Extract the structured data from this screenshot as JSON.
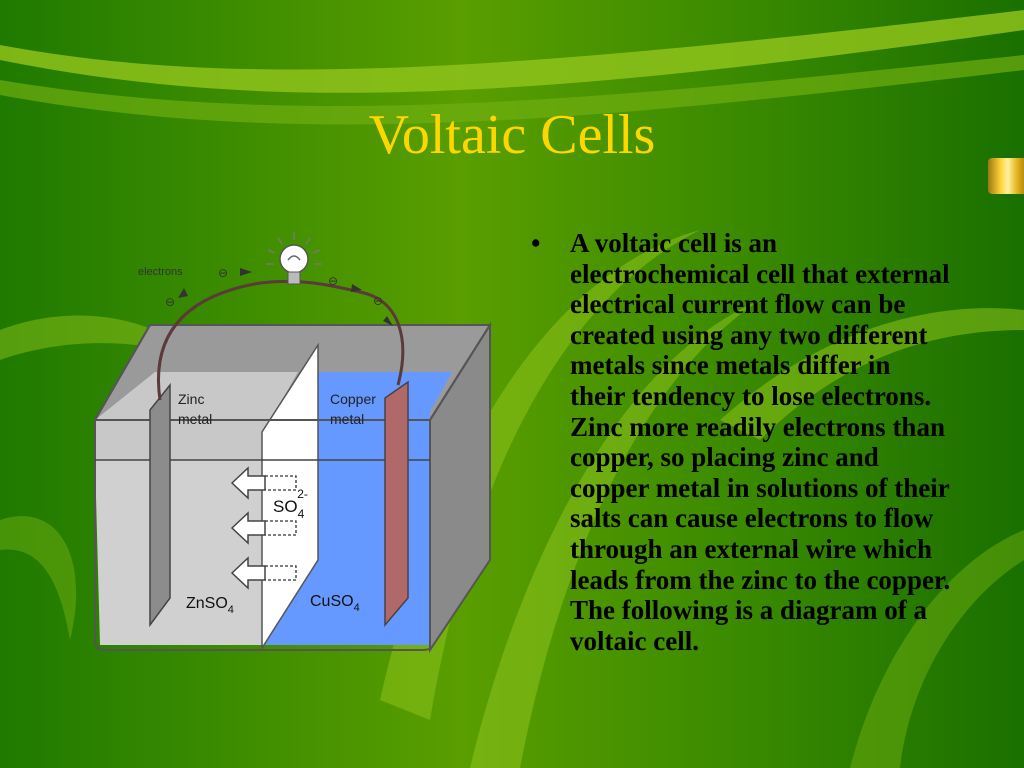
{
  "slide": {
    "title": "Voltaic Cells",
    "bullet_marker": "•",
    "body_text": "A voltaic cell is an electrochemical cell that external electrical current flow can be created using any two different metals since metals differ in their tendency to lose electrons.  Zinc more readily electrons than copper, so placing zinc and copper metal in solutions of their salts can cause electrons to flow through an external wire which leads from the zinc to the copper.  The following is a diagram of a voltaic cell."
  },
  "diagram": {
    "electrons_label": "electrons",
    "electron_symbol": "⊖",
    "zinc_label_line1": "Zinc",
    "zinc_label_line2": "metal",
    "copper_label_line1": "Copper",
    "copper_label_line2": "metal",
    "sulfate_ion": "SO",
    "sulfate_subscript": "4",
    "sulfate_charge": "2-",
    "left_solution": "ZnSO",
    "left_solution_subscript": "4",
    "right_solution": "CuSO",
    "right_solution_subscript": "4"
  },
  "colors": {
    "background_dark": "#1f7a00",
    "background_mid": "#4f9a00",
    "background_light": "#8ec21a",
    "title": "#ffd700",
    "body_text": "#000000",
    "left_solution": "#d0d0d0",
    "right_solution": "#6699ff",
    "zinc": "#8c8c8c",
    "copper": "#b06868",
    "wire": "#5a3a3a"
  }
}
